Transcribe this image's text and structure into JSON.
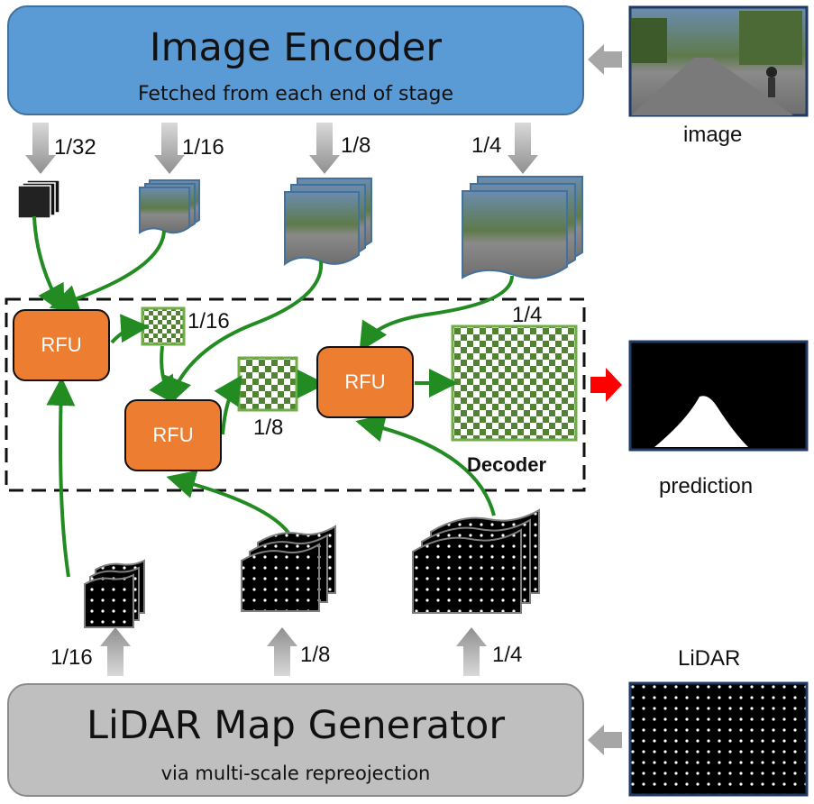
{
  "encoder": {
    "title": "Image Encoder",
    "subtitle": "Fetched from each end of stage"
  },
  "lidar_generator": {
    "title": "LiDAR Map Generator",
    "subtitle": "via multi-scale repreojection"
  },
  "image_label": "image",
  "lidar_label": "LiDAR",
  "prediction_label": "prediction",
  "decoder_label": "Decoder",
  "rfu_label": "RFU",
  "encoder_scales": [
    "1/32",
    "1/16",
    "1/8",
    "1/4"
  ],
  "lidar_scales": [
    "1/16",
    "1/8",
    "1/4"
  ],
  "feature_scales": {
    "small": "1/16",
    "mid": "1/8",
    "large": "1/4"
  },
  "colors": {
    "encoder": "#5b9bd5",
    "generator": "#bfbfbf",
    "rfu": "#ed7d31",
    "flow_arrow": "#228b22",
    "checker": "#70ad47",
    "output_arrow": "#ff0000"
  }
}
